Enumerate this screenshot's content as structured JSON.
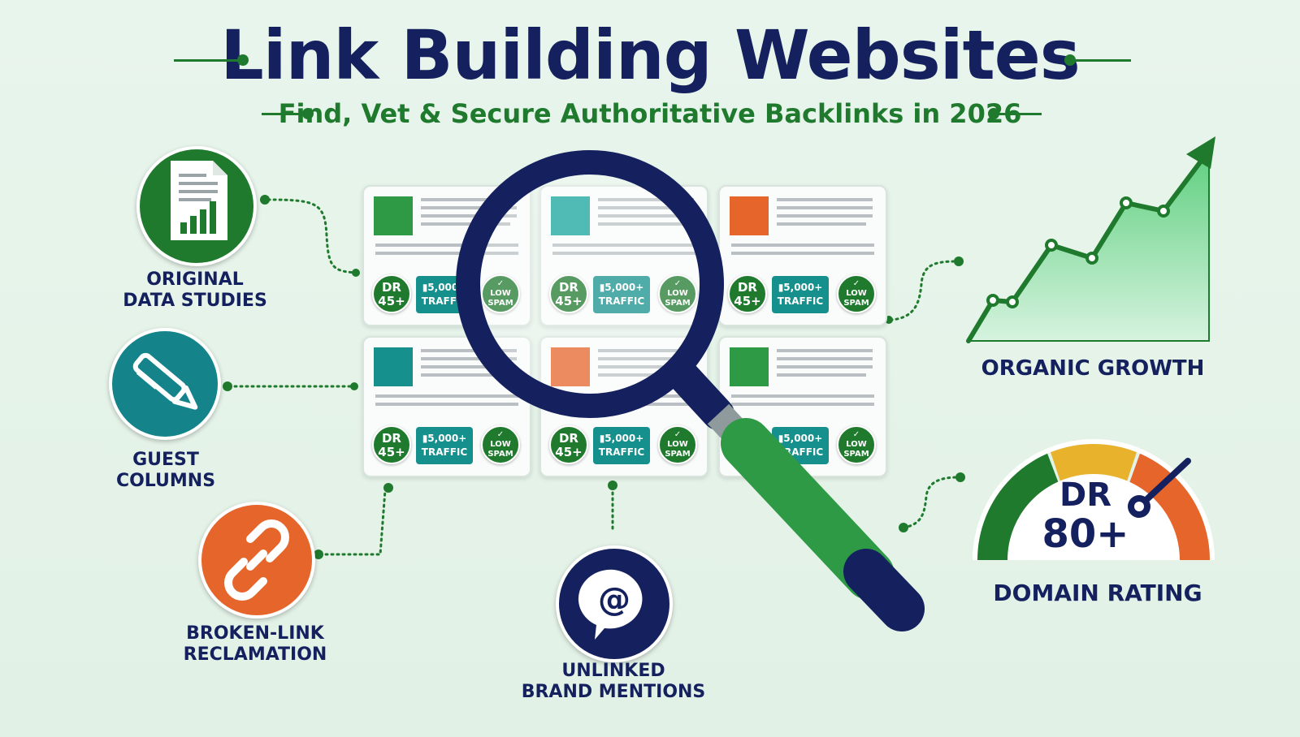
{
  "header": {
    "title": "Link Building Websites",
    "subtitle": "Find, Vet & Secure Authoritative Backlinks in 2026"
  },
  "strategies": [
    {
      "label_line1": "ORIGINAL",
      "label_line2": "DATA STUDIES",
      "icon": "report-chart-icon",
      "color": "#1f7a2e"
    },
    {
      "label_line1": "GUEST",
      "label_line2": "COLUMNS",
      "icon": "pen-icon",
      "color": "#14848a"
    },
    {
      "label_line1": "BROKEN-LINK",
      "label_line2": "RECLAMATION",
      "icon": "broken-link-icon",
      "color": "#e5652a"
    },
    {
      "label_line1": "UNLINKED",
      "label_line2": "BRAND MENTIONS",
      "icon": "at-sign-icon",
      "color": "#14215e"
    }
  ],
  "site_card": {
    "dr_line1": "DR",
    "dr_line2": "45+",
    "traffic_line1": "5,000+",
    "traffic_line2": "TRAFFIC",
    "spam_line1": "LOW",
    "spam_line2": "SPAM",
    "square_colors": [
      "#2e9a46",
      "#16a39b",
      "#e5652a",
      "#16908c",
      "#e5652a",
      "#2e9a46"
    ]
  },
  "organic_growth": {
    "label": "ORGANIC GROWTH",
    "icon": "trend-up-chart-icon"
  },
  "domain_rating": {
    "label": "DOMAIN RATING",
    "gauge_line1": "DR",
    "gauge_line2": "80+",
    "icon": "gauge-icon",
    "segment_colors": [
      "#1f7a2e",
      "#e8b22d",
      "#e5652a"
    ]
  },
  "colors": {
    "navy": "#14215e",
    "green": "#1f7a2e",
    "teal": "#16908c",
    "orange": "#e5652a",
    "background": "#e6f4ea"
  }
}
